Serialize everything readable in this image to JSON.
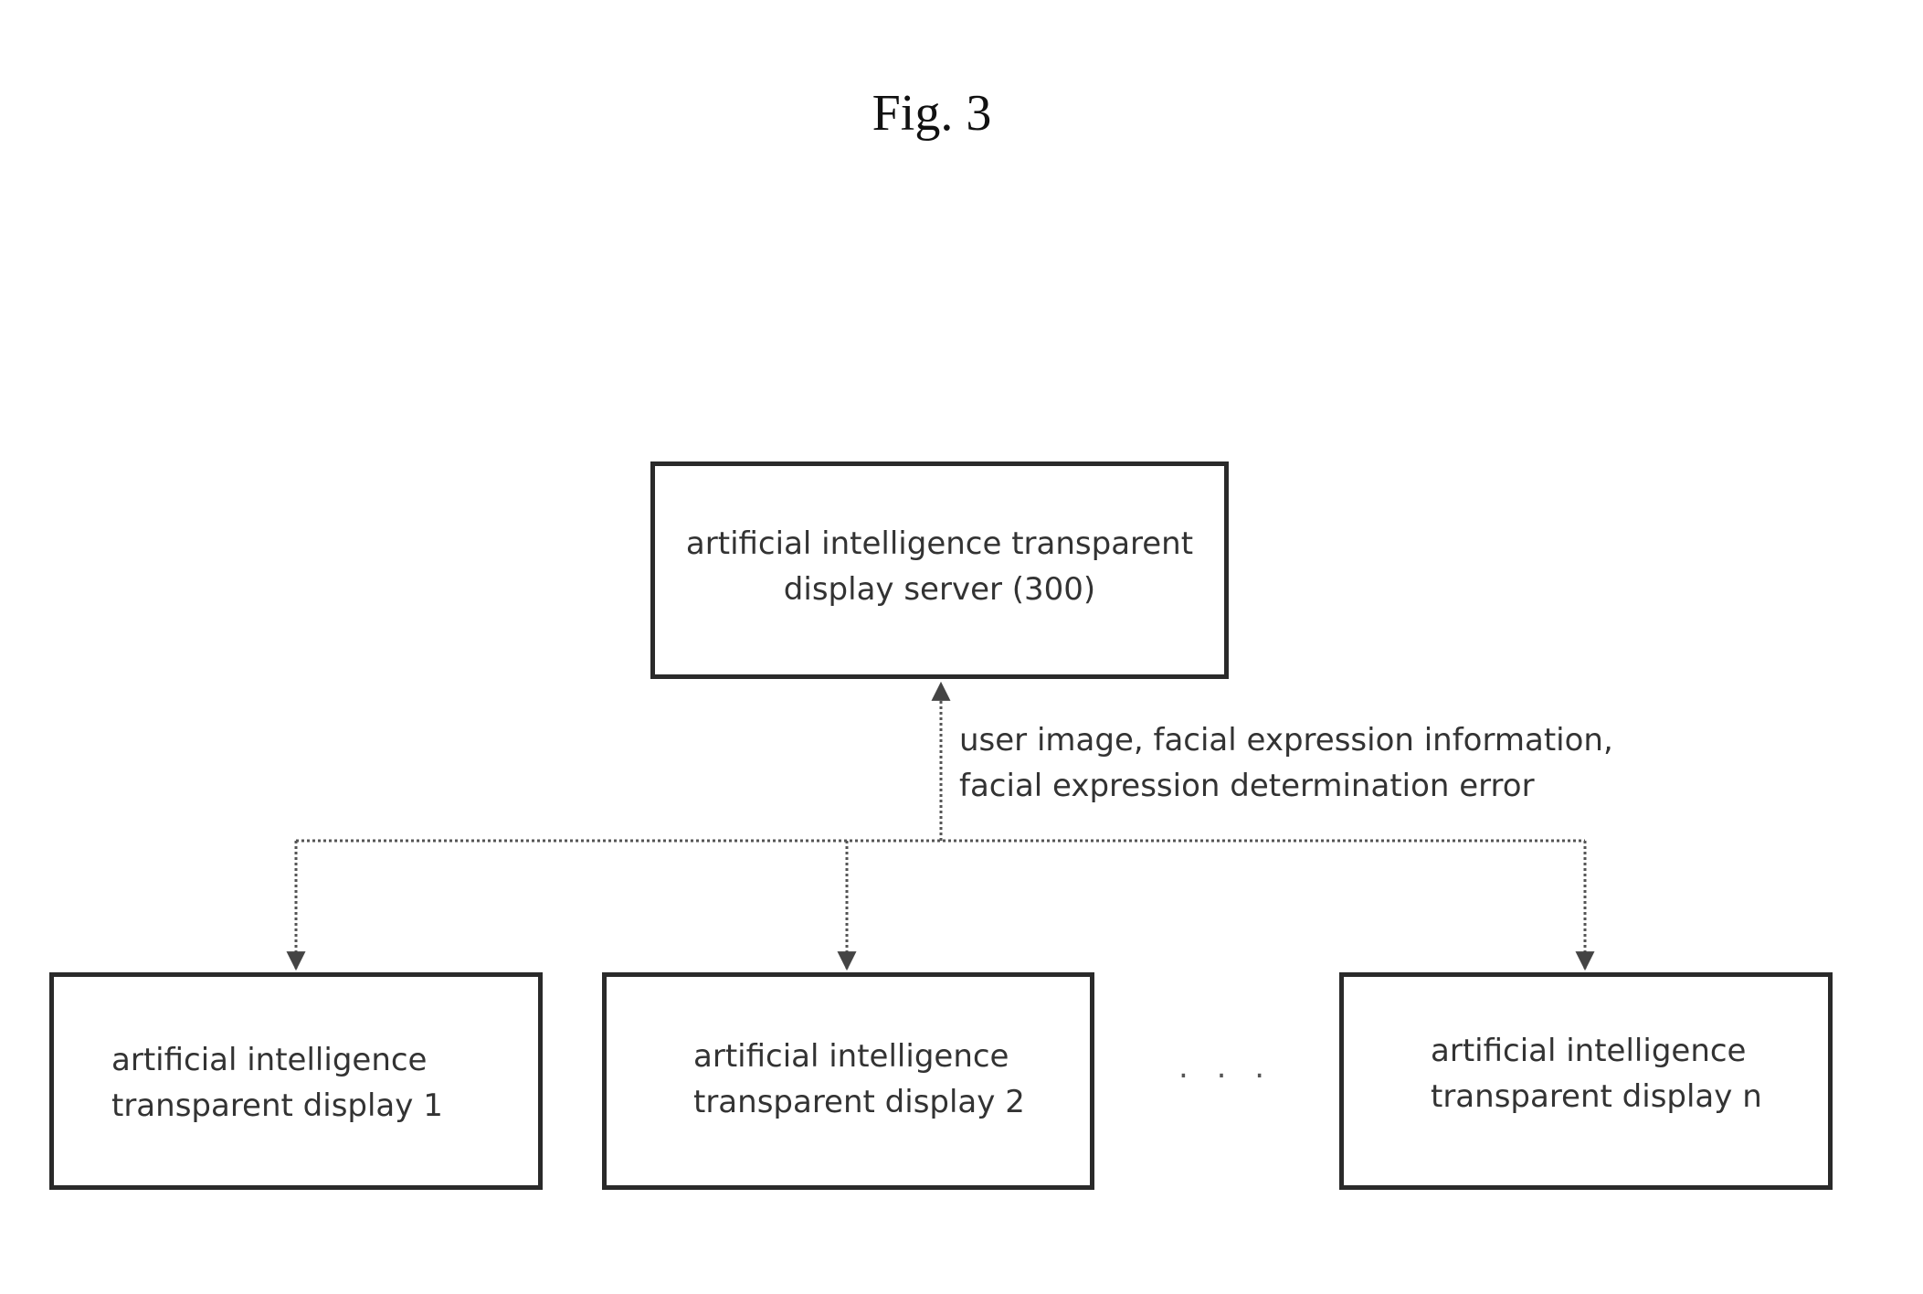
{
  "figure": {
    "title": "Fig. 3"
  },
  "server": {
    "line1": "artificial intelligence transparent",
    "line2": "display server (300)"
  },
  "connection_label": {
    "line1": "user image, facial expression information,",
    "line2": "facial expression determination error"
  },
  "displays": [
    {
      "line1": "artificial intelligence",
      "line2": "transparent display 1"
    },
    {
      "line1": "artificial intelligence",
      "line2": "transparent display 2"
    },
    {
      "line1": "artificial intelligence",
      "line2": "transparent display n"
    }
  ],
  "ellipsis": ". . .",
  "colors": {
    "box_border": "#2a2a2a",
    "connector": "#555555",
    "text": "#333333"
  }
}
